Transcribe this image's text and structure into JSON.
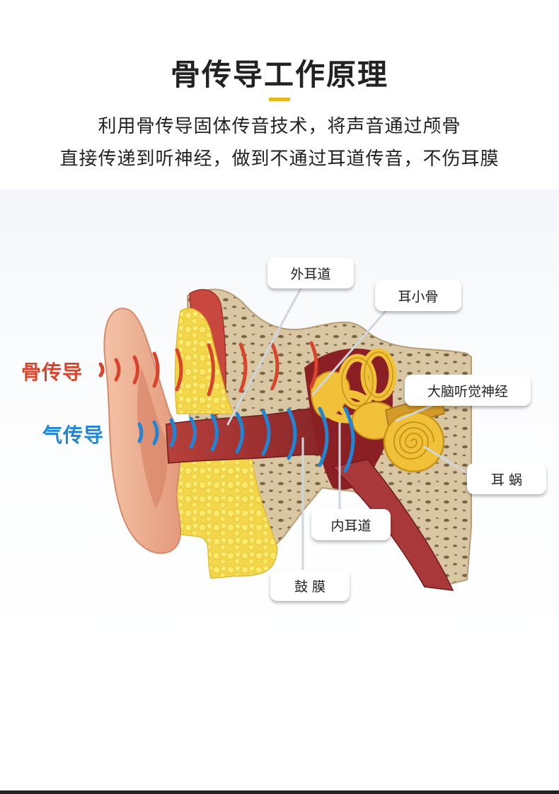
{
  "title": "骨传导工作原理",
  "subtitle_line1": "利用骨传导固体传音技术，将声音通过颅骨",
  "subtitle_line2": "直接传递到听神经，做到不通过耳道传音，不伤耳膜",
  "labels": {
    "bone_conduction": "骨传导",
    "air_conduction": "气传导",
    "outer_ear_canal": "外耳道",
    "ossicles": "耳小骨",
    "auditory_nerve": "大脑听觉神经",
    "cochlea": "耳 蜗",
    "inner_ear_canal": "内耳道",
    "eardrum": "鼓 膜"
  },
  "colors": {
    "accent": "#e8b71a",
    "bone_red": "#d8442c",
    "air_blue": "#1f86d6"
  }
}
